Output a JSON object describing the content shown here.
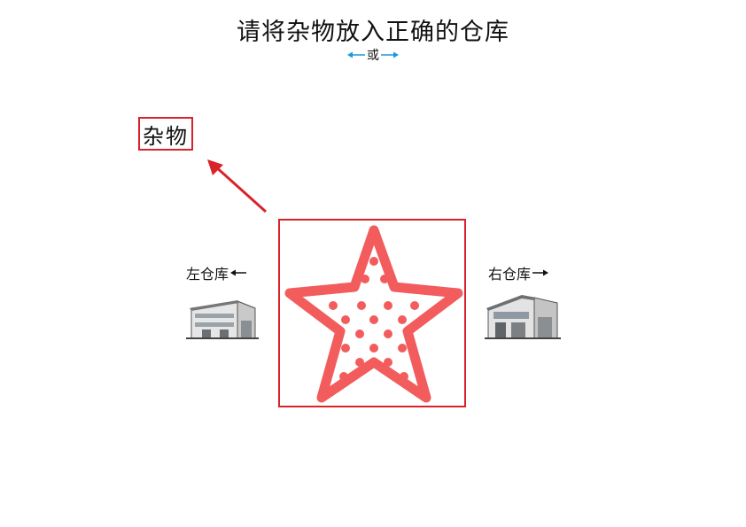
{
  "title": "请将杂物放入正确的仓库",
  "or_hint": "或",
  "item_label": "杂物",
  "left_warehouse": {
    "label": "左仓库",
    "arrow": "left-arrow-icon"
  },
  "right_warehouse": {
    "label": "右仓库",
    "arrow": "right-arrow-icon"
  },
  "item": {
    "shape": "star",
    "pattern": "polka-dots",
    "color": "#f25c5c"
  },
  "colors": {
    "accent_red": "#d8232a",
    "hint_blue": "#1a9ad6",
    "star": "#f25c5c"
  }
}
